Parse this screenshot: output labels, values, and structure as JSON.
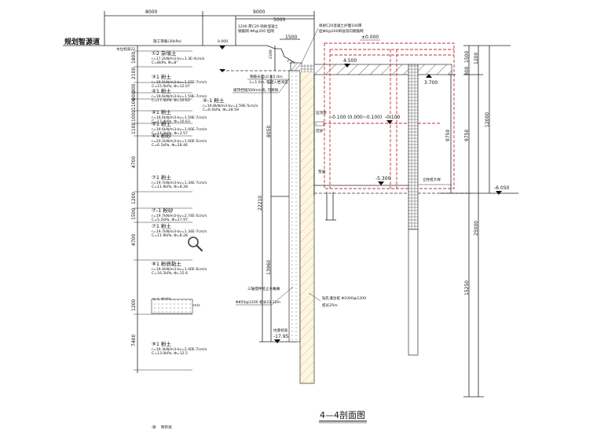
{
  "drawing": {
    "title": "4—4剖面图",
    "road_label": "规划智源道",
    "colors": {
      "line": "#222222",
      "hidden_structure": "#c0303a",
      "retaining_pile": "#e8b84a",
      "background": "#ffffff"
    },
    "top_dimensions": {
      "left_span": "8000",
      "right_span": "9000",
      "inner_span": "5000",
      "slope_width": "1500"
    },
    "top_notes": {
      "ground_load_note": "施工荷载(30kPa)",
      "slope_note_1": "1200 厚C20 喷射混凝土",
      "slope_note_2": "钢筋网 Φ6@200 挂网",
      "ground_level": "0.000",
      "surface_protection_1": "喷射C20混凝土护面100厚",
      "surface_protection_2": "挂Φ6@200单层双向钢筋网",
      "datum_level": "±0.000",
      "slope_ratio": "1:1",
      "slope_height": "2300"
    },
    "water_level_label": "水位标高22",
    "elevations": {
      "slab_top": "4.500",
      "slab_bottom": "3.700",
      "floor_level": "-0.100 (0.000~0.100)",
      "floor_mark": "-0.100",
      "basement_bottom": "-5.300",
      "right_ground": "-6.050",
      "wall_bottom": "-17.950"
    },
    "anchor_notes": [
      "钢筋长度L0.0/2.0m",
      "L=1.0m, 锚固入岩深度",
      "坡顶挡墙500mm高, 可拆除"
    ],
    "strata_dimensions": [
      "1800",
      "2100",
      "800",
      "600",
      "1100",
      "1000",
      "1100",
      "4700",
      "1200",
      "1500",
      "4700",
      "1200",
      "7400"
    ],
    "strata": [
      {
        "id": "①2",
        "name": "杂填土",
        "line1": "r=17.2kN/m3·kv=1.3E-4cm/s",
        "line2": "C=8kPa, Φ=8°"
      },
      {
        "id": "③1",
        "name": "粉土",
        "line1": "r=19.5kN/m3·kv=1.15E-7cm/s",
        "line2": "C=15.0kPa, Φ=12.07"
      },
      {
        "id": "④1",
        "name": "粉土",
        "line1": "r=19.6kN/m3·kv=1.59E-7cm/s",
        "line2": "C=17.4kPa, Φ=10.63"
      },
      {
        "id": "④-1",
        "name": "粉土",
        "line1": "r=19.8kN/m3·kv=2.59E-5cm/s",
        "line2": "C=6.0kPa, Φ=28.59"
      },
      {
        "id": "④1",
        "name": "粉土",
        "line1": "r=19.6kN/m3·kv=1.59E-7cm/s",
        "line2": "C=17.4kPa, Φ=10.63"
      },
      {
        "id": "⑤1",
        "name": "粉土",
        "line1": "r=19.6kN/m3·kv=1.00E-7cm/s",
        "line2": "C=14.3kPa, Φ=3.57"
      },
      {
        "id": "⑥1",
        "name": "粉砂",
        "line1": "r=20.2kN/m3·kv=1.00E-5cm/s",
        "line2": "C=6.1kPa, Φ=28.46"
      },
      {
        "id": "⑦1",
        "name": "粉土",
        "line1": "r=19.7kN/m3·kv=1.34E-7cm/s",
        "line2": "C=11.9kPa, Φ=8.28"
      },
      {
        "id": "⑦-1",
        "name": "粉砂",
        "line1": "r=19.7kN/m3·kv=2.74E-5cm/s",
        "line2": "C=5.2kPa, Φ=27.97"
      },
      {
        "id": "⑦1",
        "name": "粉土",
        "line1": "r=19.7kN/m3·kv=1.34E-7cm/s",
        "line2": "C=11.9kPa, Φ=8.28"
      },
      {
        "id": "⑧1",
        "name": "粉质黏土",
        "line1": "r=19.4kN/m3·kv=1.40E-6cm/s",
        "line2": "C=16.2kPa, Φ=15.6"
      },
      {
        "id": "⑧2",
        "name": "粉砂",
        "line1": "r=20.0kN/m3·kv=...-5cm/s",
        "line2": "C=5.0kPa, Φ=28.0"
      },
      {
        "id": "⑨1",
        "name": "粉土",
        "line1": "r=19.3kN/m3·kv=2.40E-7cm/s",
        "line2": "C=13.0kPa, Φ=12.5"
      },
      {
        "id": "⑩",
        "name": "粉砂层",
        "line1": "",
        "line2": ""
      }
    ],
    "left_dims": {
      "upper": "8050",
      "total": "22210",
      "lower": "13960"
    },
    "right_dims": {
      "slab_gap_1": "1500",
      "slab_gap_2": "800",
      "slab_gap_3": "1200",
      "basement_depth": "9750",
      "pile_upper": "9750",
      "total_height": "12000",
      "pile_total": "25000",
      "pile_lower": "15250"
    },
    "wall_notes": {
      "mixing_pile_1": "三轴搅拌桩止水帷幕",
      "mixing_pile_2": "Φ850@1200 桩长22.11m",
      "bored_pile_1": "钻孔灌注桩 Φ1000@1200",
      "bored_pile_2": "桩长25m",
      "beam_label": "冠梁",
      "base_label": "垫层",
      "bottom_label": "坑底标高",
      "column_label": "立柱桩大样",
      "wall_top_label": "压顶梁"
    },
    "zoom_tool": {
      "icon": "magnifier-icon"
    }
  }
}
